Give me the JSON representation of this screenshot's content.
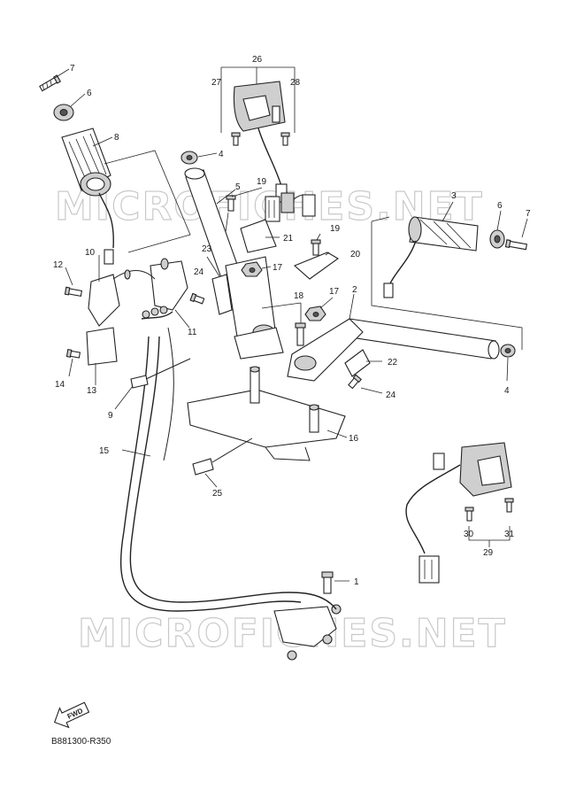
{
  "diagram_code": "B881300-R350",
  "fwd_label": "FWD",
  "watermarks": [
    "MICROFICHES.NET",
    "MICROFICHES.NET"
  ],
  "callouts": [
    {
      "id": "c1",
      "label": "1"
    },
    {
      "id": "c2",
      "label": "2"
    },
    {
      "id": "c3",
      "label": "3"
    },
    {
      "id": "c4a",
      "label": "4"
    },
    {
      "id": "c4b",
      "label": "4"
    },
    {
      "id": "c5",
      "label": "5"
    },
    {
      "id": "c6a",
      "label": "6"
    },
    {
      "id": "c6b",
      "label": "6"
    },
    {
      "id": "c7a",
      "label": "7"
    },
    {
      "id": "c7b",
      "label": "7"
    },
    {
      "id": "c8",
      "label": "8"
    },
    {
      "id": "c9",
      "label": "9"
    },
    {
      "id": "c10",
      "label": "10"
    },
    {
      "id": "c11",
      "label": "11"
    },
    {
      "id": "c12",
      "label": "12"
    },
    {
      "id": "c13",
      "label": "13"
    },
    {
      "id": "c14",
      "label": "14"
    },
    {
      "id": "c15",
      "label": "15"
    },
    {
      "id": "c16",
      "label": "16"
    },
    {
      "id": "c17a",
      "label": "17"
    },
    {
      "id": "c17b",
      "label": "17"
    },
    {
      "id": "c18",
      "label": "18"
    },
    {
      "id": "c19a",
      "label": "19"
    },
    {
      "id": "c19b",
      "label": "19"
    },
    {
      "id": "c20",
      "label": "20"
    },
    {
      "id": "c21",
      "label": "21"
    },
    {
      "id": "c22",
      "label": "22"
    },
    {
      "id": "c23",
      "label": "23"
    },
    {
      "id": "c24a",
      "label": "24"
    },
    {
      "id": "c24b",
      "label": "24"
    },
    {
      "id": "c25",
      "label": "25"
    },
    {
      "id": "c26",
      "label": "26"
    },
    {
      "id": "c27",
      "label": "27"
    },
    {
      "id": "c28",
      "label": "28"
    },
    {
      "id": "c29",
      "label": "29"
    },
    {
      "id": "c30",
      "label": "30"
    },
    {
      "id": "c31",
      "label": "31"
    }
  ]
}
